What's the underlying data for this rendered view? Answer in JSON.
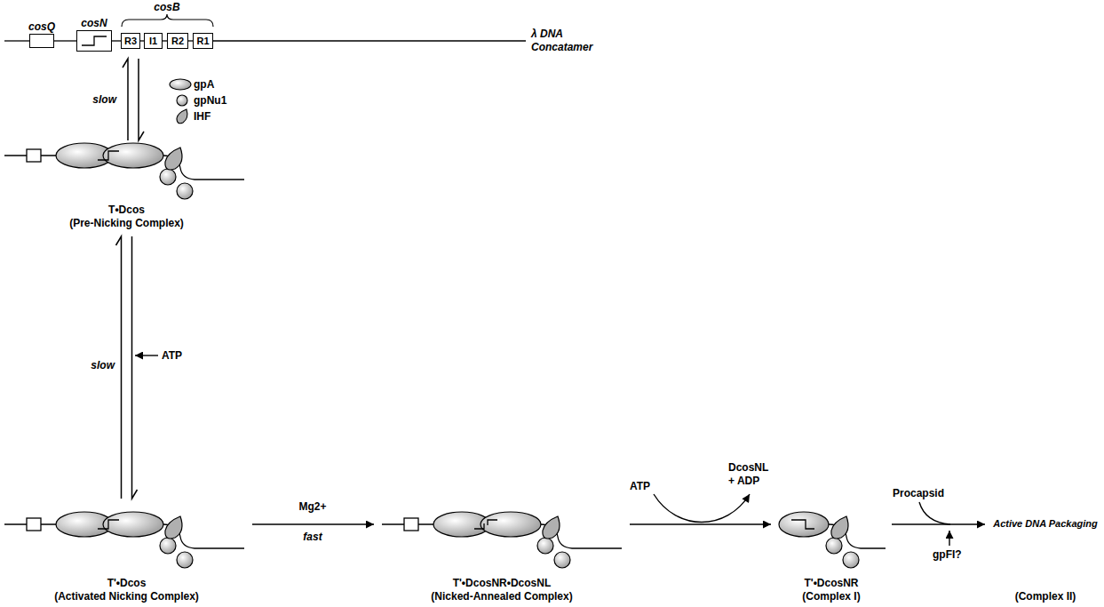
{
  "diagram": {
    "nodes": [
      {
        "text": [
          "cosQ"
        ]
      },
      {
        "text": [
          "cosN"
        ]
      },
      {
        "text": [
          "R3"
        ]
      },
      {
        "text": [
          "I1"
        ]
      },
      {
        "text": [
          "R2"
        ]
      },
      {
        "text": [
          "R1"
        ]
      },
      {
        "text": [
          "T•Dcos",
          "(Pre-Nicking Complex)"
        ]
      },
      {
        "text": [
          "T'•Dcos",
          "(Activated Nicking Complex)"
        ]
      },
      {
        "text": [
          "T'•DcosNR•DcosNL",
          "(Nicked-Annealed Complex)"
        ]
      },
      {
        "text": [
          "T'•DcosNR",
          "(Complex I)"
        ]
      },
      {
        "text": [
          "Active DNA Packaging",
          "(Complex II)"
        ]
      }
    ],
    "edges": [
      {
        "from": 0,
        "to": 1,
        "arrow": "none"
      },
      {
        "from": 1,
        "to": 2,
        "arrow": "none"
      },
      {
        "from": 2,
        "to": 3,
        "arrow": "none"
      },
      {
        "from": 3,
        "to": 4,
        "arrow": "none"
      },
      {
        "from": 4,
        "to": 5,
        "arrow": "none"
      },
      {
        "from": 6,
        "to": 7,
        "arrow": "both"
      },
      {
        "from": 7,
        "to": 8,
        "arrow": "to"
      },
      {
        "from": 8,
        "to": 9,
        "arrow": "to"
      },
      {
        "from": 9,
        "to": 10,
        "arrow": "to"
      }
    ],
    "labels": [
      "cosB",
      "λ DNA Concatamer",
      "slow",
      "slow",
      "ATP",
      "Mg2+",
      "fast",
      "ATP",
      "DcosNL + ADP",
      "Procapsid",
      "gpFI?"
    ],
    "legend": [
      {
        "text": "gpA"
      },
      {
        "text": "gpNu1"
      },
      {
        "text": "IHF"
      }
    ]
  }
}
